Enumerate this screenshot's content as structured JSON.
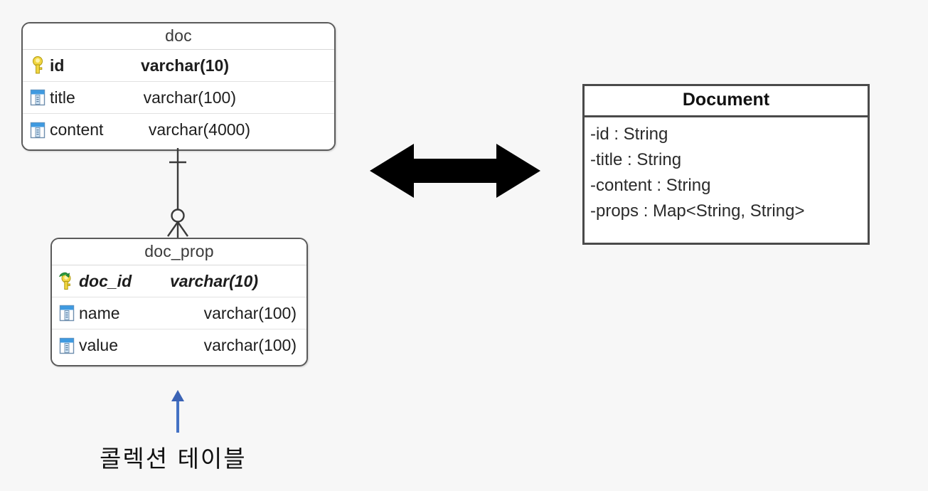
{
  "diagram": {
    "background_color": "#f7f7f7",
    "er_tables": [
      {
        "name": "doc",
        "columns": [
          {
            "icon": "primary-key-icon",
            "name": "id",
            "type": "varchar(10)",
            "key": "pk"
          },
          {
            "icon": "column-icon",
            "name": "title",
            "type": "varchar(100)",
            "key": ""
          },
          {
            "icon": "column-icon",
            "name": "content",
            "type": "varchar(4000)",
            "key": ""
          }
        ]
      },
      {
        "name": "doc_prop",
        "columns": [
          {
            "icon": "primary-foreign-key-icon",
            "name": "doc_id",
            "type": "varchar(10)",
            "key": "pkfk"
          },
          {
            "icon": "column-icon",
            "name": "name",
            "type": "varchar(100)",
            "key": ""
          },
          {
            "icon": "column-icon",
            "name": "value",
            "type": "varchar(100)",
            "key": ""
          }
        ]
      }
    ],
    "relationship": {
      "name": "one-to-many-crowsfoot",
      "from_table": "doc",
      "to_table": "doc_prop",
      "from_cardinality": "one",
      "to_cardinality": "zero-or-many"
    },
    "uml_class": {
      "title": "Document",
      "attributes": [
        "-id : String",
        "-title : String",
        "-content : String",
        "-props : Map<String, String>"
      ]
    },
    "equivalence_arrow": {
      "name": "double-headed-arrow",
      "color": "#000000"
    },
    "annotation": {
      "text": "콜렉션 테이블",
      "arrow_color": "#4472c4",
      "points_to": "doc_prop"
    }
  }
}
